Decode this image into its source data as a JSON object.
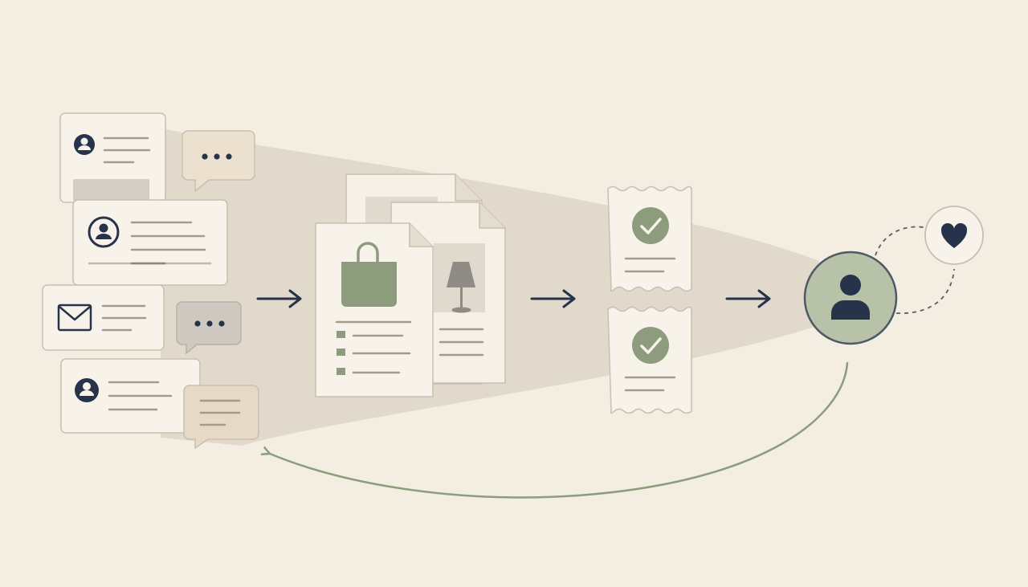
{
  "colors": {
    "background": "#f4ede2",
    "card": "#f8f3ea",
    "card_border": "#c9bfb0",
    "funnel": "#ddd5c7",
    "sage": "#8e9c7e",
    "sage_light": "#b8c2a9",
    "navy": "#26334a",
    "beige_bubble": "#ece1cf",
    "gray_bubble": "#cfcac1",
    "line": "#a49b8f"
  },
  "icons": [
    "user-icon",
    "envelope-icon",
    "typing-bubble-icon",
    "message-bubble-icon",
    "shopping-bag-icon",
    "lamp-icon",
    "checkmark-icon",
    "heart-icon",
    "arrow-right-icon"
  ],
  "stages": [
    "customer-messages",
    "product-documents",
    "approved-receipts",
    "customer"
  ]
}
